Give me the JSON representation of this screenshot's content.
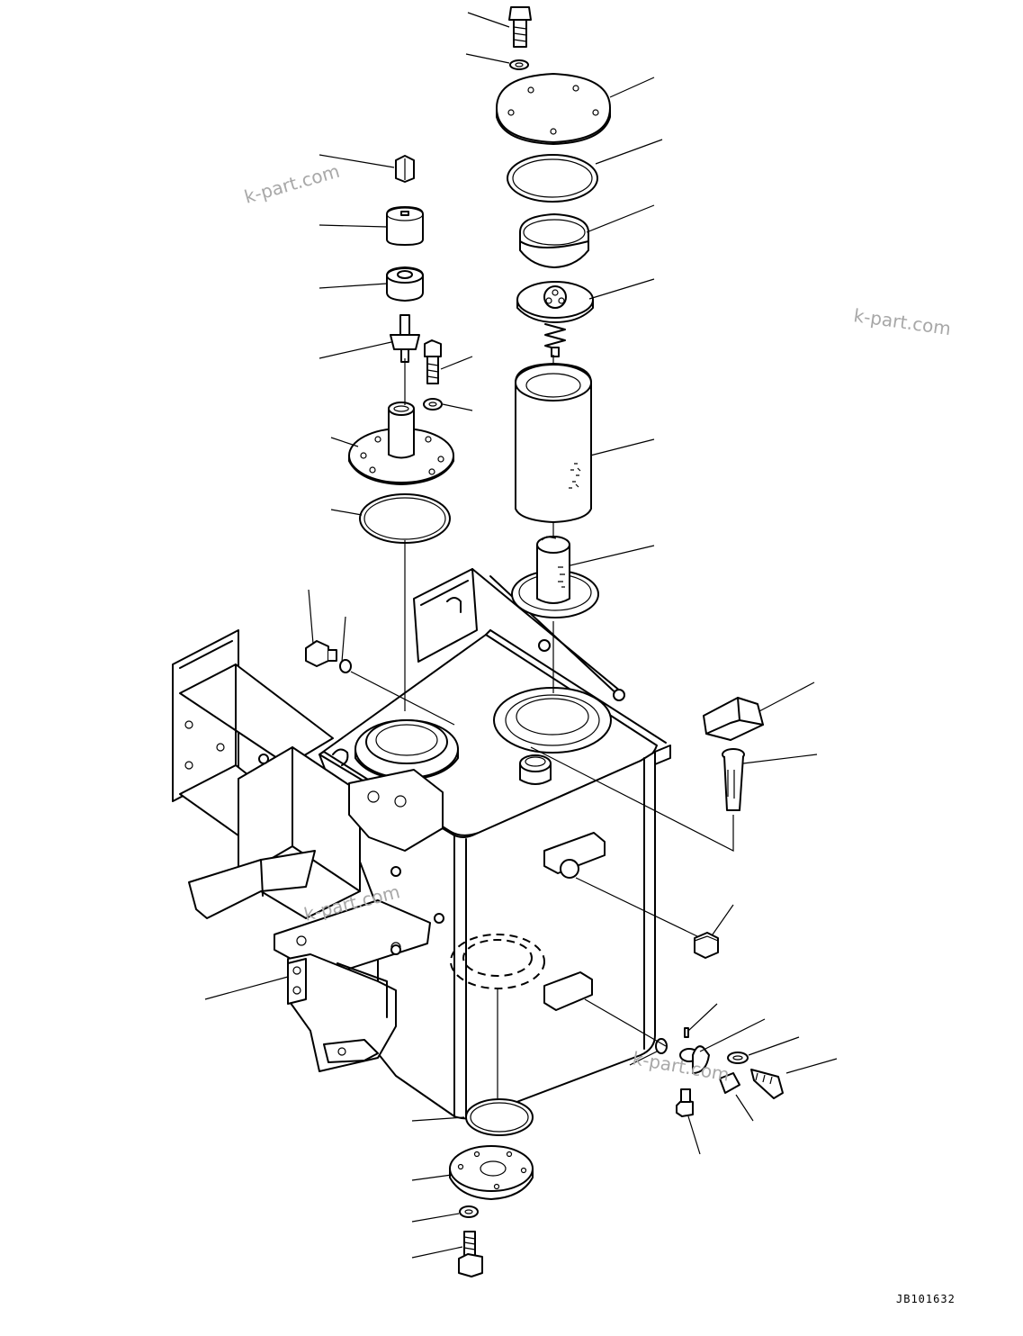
{
  "diagram": {
    "drawing_code": "JB101632",
    "watermarks": [
      "k-part.com",
      "k-part.com",
      "k-part.com",
      "k-part.com"
    ]
  }
}
